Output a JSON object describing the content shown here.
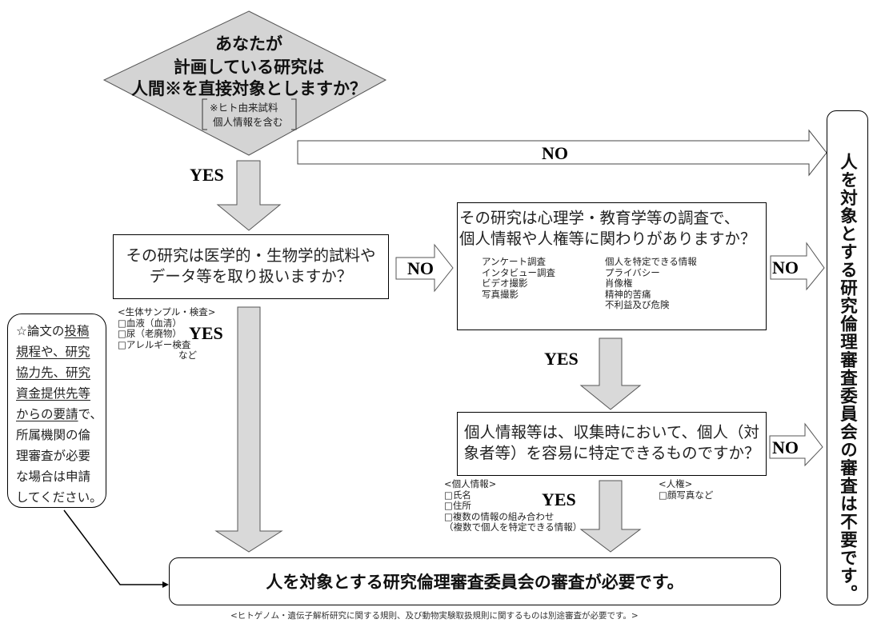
{
  "start": {
    "line1": "あなたが",
    "line2": "計画している研究は",
    "line3": "人間※を直接対象としますか？",
    "note1": "※ヒト由来試料",
    "note2": "個人情報を含む"
  },
  "labels": {
    "yes": "YES",
    "no": "NO"
  },
  "q2": {
    "line1": "その研究は医学的・生物学的試料や",
    "line2": "データ等を取り扱いますか？",
    "examples_title": "<生体サンプル・検査>",
    "examples": [
      "□血液（血清）",
      "□尿（老廃物）",
      "□アレルギー検査"
    ],
    "examples_suffix": "など"
  },
  "q3": {
    "line1": "その研究は心理学・教育学等の調査で、",
    "line2": "個人情報や人権等に関わりがありますか？",
    "left_items": [
      "アンケート調査",
      "インタビュー調査",
      "ビデオ撮影",
      "写真撮影"
    ],
    "right_items": [
      "個人を特定できる情報",
      "プライバシー",
      "肖像権",
      "精神的苦痛",
      "不利益及び危険"
    ]
  },
  "q4": {
    "line1": "個人情報等は、収集時において、個人（対",
    "line2": "象者等）を容易に特定できるものですか？",
    "personal_title": "<個人情報>",
    "personal_items": [
      "□氏名",
      "□住所",
      "□複数の情報の組み合わせ",
      "（複数で個人を特定できる情報）"
    ],
    "rights_title": "<人権>",
    "rights_items": [
      "□顔写真など"
    ]
  },
  "side_note": {
    "lines": [
      {
        "plain_before": "☆論文の",
        "underlined": "投稿",
        "plain_after": ""
      },
      {
        "plain_before": "",
        "underlined": "規程や、研究",
        "plain_after": ""
      },
      {
        "plain_before": "",
        "underlined": "協力先、研究",
        "plain_after": ""
      },
      {
        "plain_before": "",
        "underlined": "資金提供先等",
        "plain_after": ""
      },
      {
        "plain_before": "",
        "underlined": "からの要請",
        "plain_after": "で、"
      },
      {
        "plain_before": "所属機関の倫",
        "underlined": "",
        "plain_after": ""
      },
      {
        "plain_before": "理審査が必要",
        "underlined": "",
        "plain_after": ""
      },
      {
        "plain_before": "な場合は申請",
        "underlined": "",
        "plain_after": ""
      },
      {
        "plain_before": "してください。",
        "underlined": "",
        "plain_after": ""
      }
    ]
  },
  "result_required": "人を対象とする研究倫理審査委員会の審査が必要です。",
  "result_not_required": "人を対象とする研究倫理審査委員会の審査は不要です。",
  "footnote": "<ヒトゲノム・遺伝子解析研究に関する規則、及び動物実験取扱規則に関するものは別途審査が必要です。>",
  "colors": {
    "arrow_fill": "#d9d9d9",
    "diamond_fill": "#d4d4d4",
    "stroke": "#000000"
  }
}
